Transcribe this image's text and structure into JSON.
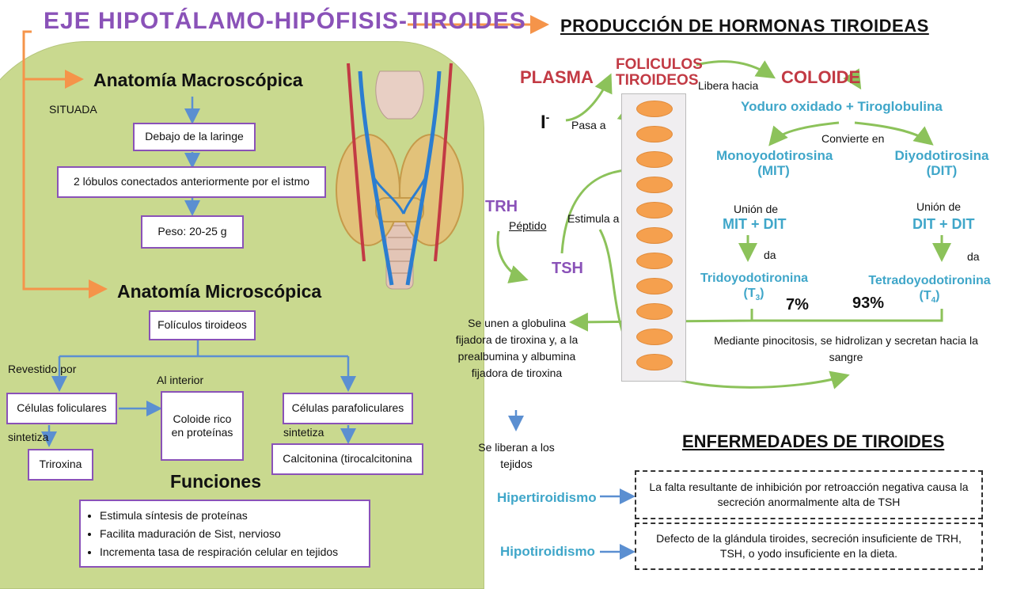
{
  "titles": {
    "main": "EJE HIPOTÁLAMO-HIPÓFISIS-TIROIDES",
    "production": "PRODUCCIÓN DE HORMONAS TIROIDEAS",
    "diseases": "ENFERMEDADES DE TIROIDES"
  },
  "macro": {
    "heading": "Anatomía Macroscópica",
    "situada": "SITUADA",
    "location": "Debajo de la laringe",
    "lobes": "2 lóbulos conectados anteriormente por el istmo",
    "weight": "Peso: 20-25 g"
  },
  "micro": {
    "heading": "Anatomía Microscópica",
    "follicles": "Folículos tiroideos",
    "lined_by": "Revestido por",
    "inside": "Al interior",
    "follicular_cells": "Células foliculares",
    "colloid": "Coloide rico en proteínas",
    "parafollicular_cells": "Células parafoliculares",
    "synth1": "sintetiza",
    "synth2": "sintetiza",
    "thyroxine": "Triroxina",
    "calcitonin": "Calcitonina (tirocalcitonina"
  },
  "functions": {
    "heading": "Funciones",
    "items": [
      "Estimula síntesis de proteínas",
      "Facilita maduración de Sist, nervioso",
      "Incrementa tasa de respiración celular en tejidos"
    ]
  },
  "production": {
    "plasma": "PLASMA",
    "iodide": "I",
    "iodide_sup": "-",
    "passes_to": "Pasa a",
    "follicles": "FOLICULOS TIROIDEOS",
    "releases_to": "Libera hacia",
    "colloid": "COLOIDE",
    "oxidized": "Yoduro oxidado + Tiroglobulina",
    "converts": "Convierte en",
    "mit": "Monoyodotirosina (MIT)",
    "dit": "Diyodotirosina (DIT)",
    "union_left": "Unión de",
    "union_left_val": "MIT + DIT",
    "union_right": "Unión de",
    "union_right_val": "DIT + DIT",
    "gives_left": "da",
    "gives_right": "da",
    "t3": "Tridoyodotironina",
    "t3_sym": "(T",
    "t3_sub": "3",
    "t4": "Tetradoyodotironina",
    "t4_sym": "(T",
    "t4_sub": "4",
    "pct_t3": "7%",
    "pct_t4": "93%",
    "trh": "TRH",
    "peptide": "Péptido",
    "tsh": "TSH",
    "stimulates": "Estimula a",
    "pinocytosis": "Mediante pinocitosis, se hidrolizan y secretan hacia la sangre",
    "binding": "Se unen a globulina fijadora de tiroxina y, a la prealbumina y albumina fijadora de tiroxina",
    "released": "Se liberan a los tejidos"
  },
  "diseases": {
    "hyper": "Hipertiroidismo",
    "hyper_desc": "La falta resultante de inhibición por retroacción negativa causa la secreción anormalmente alta de TSH",
    "hypo": "Hipotiroidismo",
    "hypo_desc": "Defecto de la glándula tiroides, secreción insuficiente de TRH, TSH, o yodo insuficiente en la dieta."
  },
  "colors": {
    "purple": "#8a52b8",
    "green_panel": "#c9d98f",
    "orange": "#f5944a",
    "red": "#c23a44",
    "blue": "#3fa6c9",
    "green_arrow": "#8cc25a",
    "arrow_blue": "#5b8fd1"
  }
}
